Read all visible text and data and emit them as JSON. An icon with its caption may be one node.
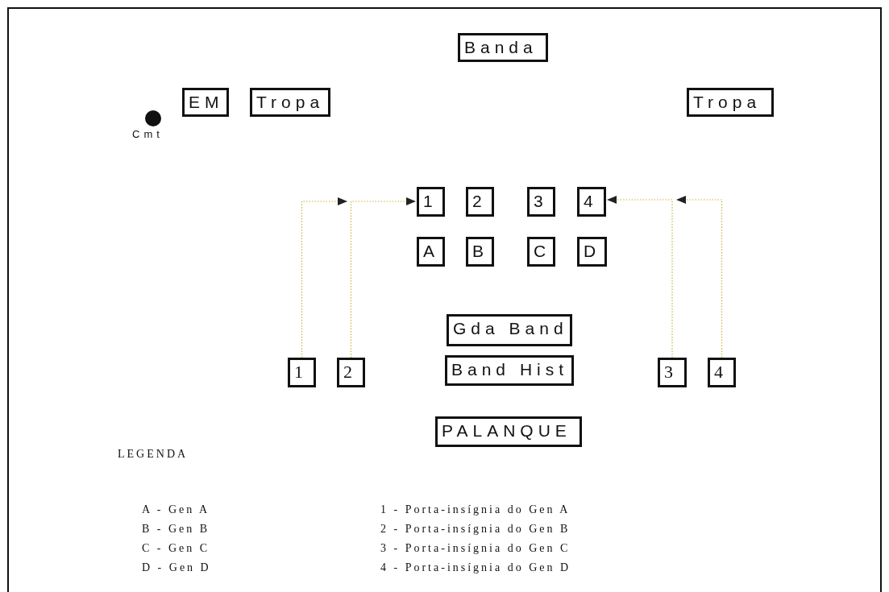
{
  "diagram": {
    "nodes": [
      {
        "text": [
          "Banda"
        ]
      },
      {
        "text": [],
        "shape": "circle",
        "beside": [
          "Cmt"
        ]
      },
      {
        "text": [
          "EM"
        ]
      },
      {
        "text": [
          "Tropa"
        ]
      },
      {
        "text": [
          "Tropa"
        ]
      },
      {
        "text": [
          "1"
        ]
      },
      {
        "text": [
          "2"
        ]
      },
      {
        "text": [
          "3"
        ]
      },
      {
        "text": [
          "4"
        ]
      },
      {
        "text": [
          "A"
        ]
      },
      {
        "text": [
          "B"
        ]
      },
      {
        "text": [
          "C"
        ]
      },
      {
        "text": [
          "D"
        ]
      },
      {
        "text": [
          "Gda Band"
        ]
      },
      {
        "text": [
          "Band Hist"
        ]
      },
      {
        "text": [
          "1"
        ]
      },
      {
        "text": [
          "2"
        ]
      },
      {
        "text": [
          "3"
        ]
      },
      {
        "text": [
          "4"
        ]
      },
      {
        "text": [
          "PALANQUE"
        ]
      }
    ],
    "edges": [
      {
        "from": 15,
        "to": null,
        "arrow": "to",
        "style": "dashed"
      },
      {
        "from": 16,
        "to": 5,
        "arrow": "to",
        "style": "dashed"
      },
      {
        "from": 17,
        "to": 8,
        "arrow": "to",
        "style": "dashed"
      },
      {
        "from": 18,
        "to": null,
        "arrow": "to",
        "style": "dashed"
      }
    ],
    "labels": [
      "LEGENDA",
      "A - Gen A",
      "1 - Porta-insígnia do Gen A",
      "B - Gen B",
      "2 - Porta-insígnia do Gen B",
      "C - Gen C",
      "3 - Porta-insígnia do Gen C",
      "D - Gen D",
      "4 - Porta-insígnia do Gen D"
    ]
  }
}
